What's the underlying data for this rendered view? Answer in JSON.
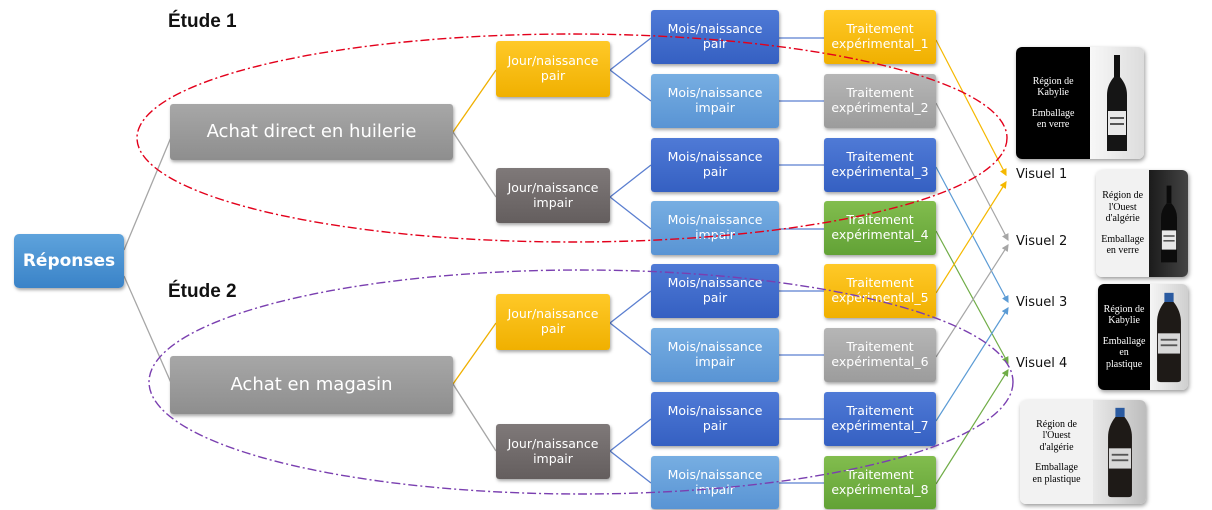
{
  "studies": {
    "etude1": "Étude 1",
    "etude2": "Étude 2"
  },
  "root": {
    "label": "Réponses"
  },
  "purchase": {
    "p1": "Achat direct en huilerie",
    "p2": "Achat en magasin"
  },
  "day": {
    "d1": [
      "Jour/naissance",
      "pair"
    ],
    "d2": [
      "Jour/naissance",
      "impair"
    ],
    "d3": [
      "Jour/naissance",
      "pair"
    ],
    "d4": [
      "Jour/naissance",
      "impair"
    ]
  },
  "month": {
    "m1": [
      "Mois/naissance",
      "pair"
    ],
    "m2": [
      "Mois/naissance",
      "impair"
    ],
    "m3": [
      "Mois/naissance",
      "pair"
    ],
    "m4": [
      "Mois/naissance",
      "impair"
    ],
    "m5": [
      "Mois/naissance",
      "pair"
    ],
    "m6": [
      "Mois/naissance",
      "impair"
    ],
    "m7": [
      "Mois/naissance",
      "pair"
    ],
    "m8": [
      "Mois/naissance",
      "impair"
    ]
  },
  "treatment": {
    "t1": [
      "Traitement",
      "expérimental_1"
    ],
    "t2": [
      "Traitement",
      "expérimental_2"
    ],
    "t3": [
      "Traitement",
      "expérimental_3"
    ],
    "t4": [
      "Traitement",
      "expérimental_4"
    ],
    "t5": [
      "Traitement",
      "expérimental_5"
    ],
    "t6": [
      "Traitement",
      "expérimental_6"
    ],
    "t7": [
      "Traitement",
      "expérimental_7"
    ],
    "t8": [
      "Traitement",
      "expérimental_8"
    ]
  },
  "visuels": {
    "v1": "Visuel 1",
    "v2": "Visuel 2",
    "v3": "Visuel 3",
    "v4": "Visuel 4"
  },
  "cards": {
    "c1": {
      "region": [
        "Région de",
        "Kabylie"
      ],
      "pack": [
        "Emballage",
        "en verre"
      ]
    },
    "c2": {
      "region": [
        "Région de",
        "l'Ouest",
        "d'algérie"
      ],
      "pack": [
        "Emballage",
        "en verre"
      ]
    },
    "c3": {
      "region": [
        "Région de",
        "Kabylie"
      ],
      "pack": [
        "Emballage",
        "en",
        "plastique"
      ]
    },
    "c4": {
      "region": [
        "Région de",
        "l'Ouest",
        "d'algérie"
      ],
      "pack": [
        "Emballage",
        "en plastique"
      ]
    }
  },
  "colors": {
    "yellow_arrow": "#f5b800",
    "grey_arrow": "#a6a6a6",
    "blue_arrow": "#5b9bd5",
    "green_arrow": "#70ad47",
    "etude1_ellipse": "#e3001b",
    "etude2_ellipse": "#7a3fb0"
  }
}
